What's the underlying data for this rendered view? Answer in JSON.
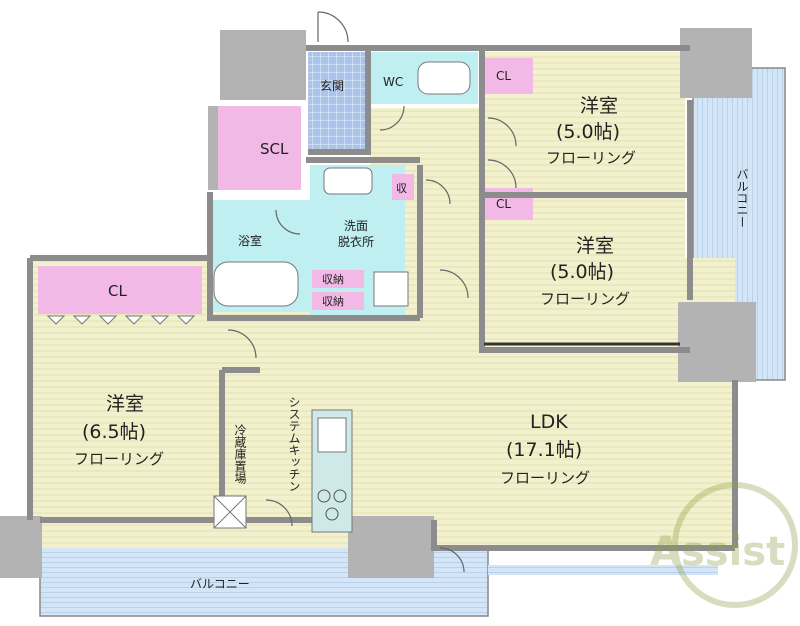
{
  "floorplan": {
    "rooms": {
      "entrance": "玄関",
      "wc": "WC",
      "cl_top": "CL",
      "scl": "SCL",
      "storage_shu": "収",
      "bath": "浴室",
      "washroom": "洗面\n脱衣所",
      "shuno_1": "収納",
      "shuno_2": "収納",
      "cl_mid": "CL",
      "cl_left": "CL",
      "western_upper": {
        "name": "洋室",
        "size": "(5.0帖)",
        "floor": "フローリング"
      },
      "western_middle": {
        "name": "洋室",
        "size": "(5.0帖)",
        "floor": "フローリング"
      },
      "western_left": {
        "name": "洋室",
        "size": "(6.5帖)",
        "floor": "フローリング"
      },
      "ldk": {
        "name": "LDK",
        "size": "(17.1帖)",
        "floor": "フローリング"
      },
      "system_kitchen": "システムキッチン",
      "fridge_space": "冷蔵庫置場",
      "balcony_right": "バルコニー",
      "balcony_bottom": "バルコニー"
    },
    "watermark": "Assist",
    "colors": {
      "floor_wood": "#f2f0c9",
      "wall": "#8c8c8c",
      "pillar": "#b3b3b3",
      "balcony": "#cfe3f5",
      "wet_area": "#bfeff1",
      "closet": "#f2b8e6",
      "entrance_tile": "#a9c2e8"
    }
  }
}
